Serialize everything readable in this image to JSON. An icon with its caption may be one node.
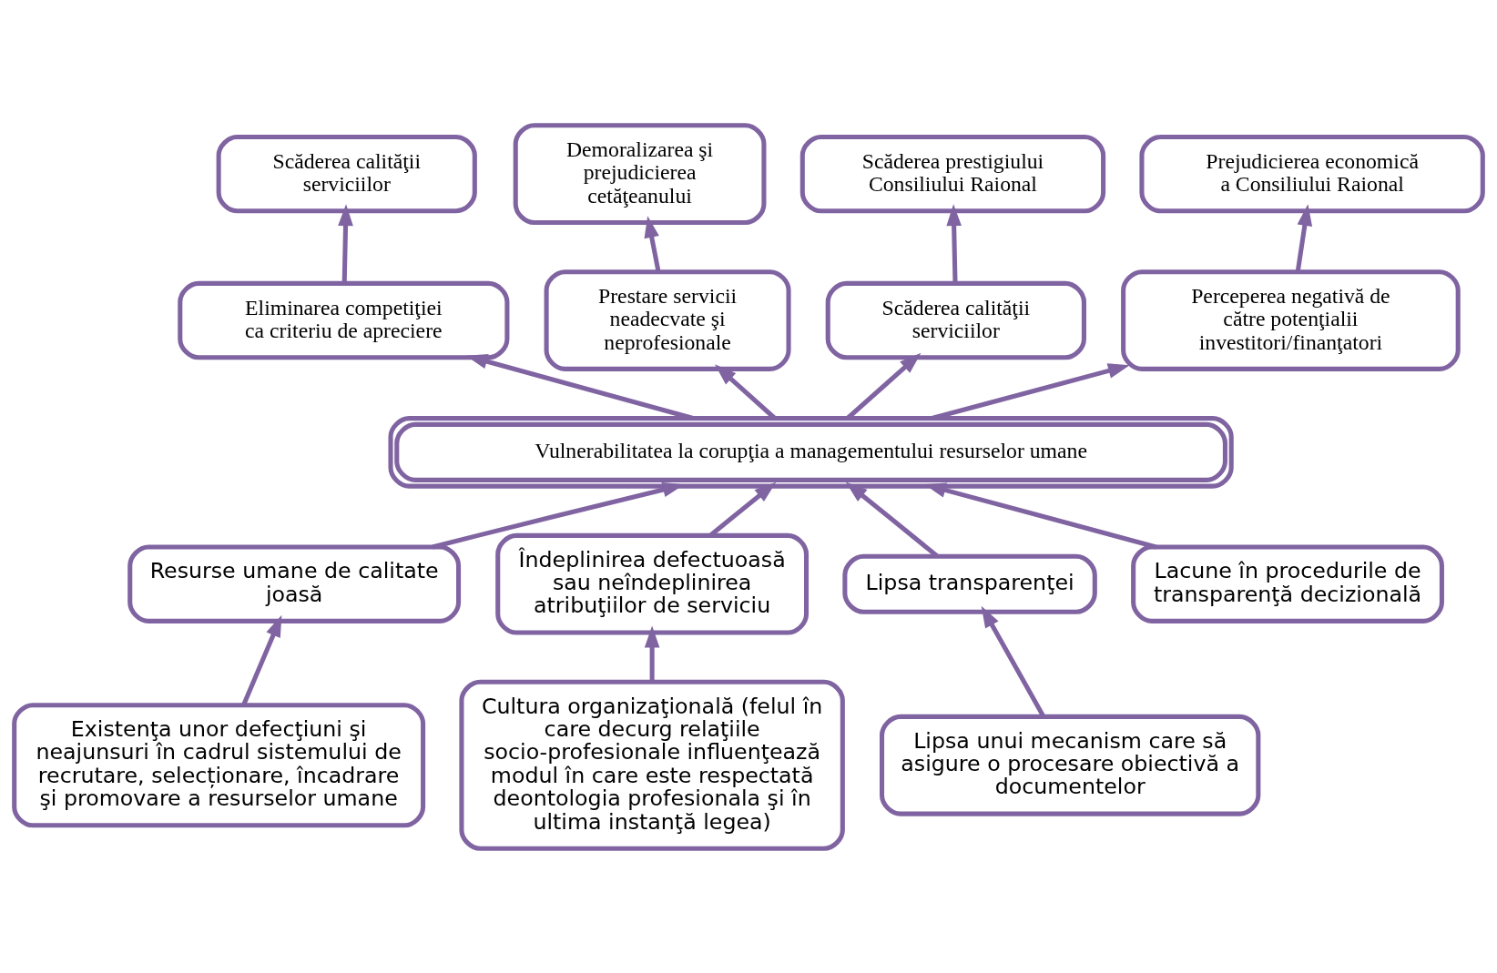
{
  "diagram": {
    "nodes": [
      {
        "text": [
          "Scăderea calităţii serviciilor"
        ]
      },
      {
        "text": [
          "Demoralizarea şi prejudicierea cetăţeanului"
        ]
      },
      {
        "text": [
          "Scăderea prestigiului Consiliului Raional"
        ]
      },
      {
        "text": [
          "Prejudicierea economică a Consiliului Raional"
        ]
      },
      {
        "text": [
          "Eliminarea competiţiei ca criteriu de apreciere"
        ]
      },
      {
        "text": [
          "Prestare servicii neadecvate şi neprofesionale"
        ]
      },
      {
        "text": [
          "Scăderea calităţii serviciilor"
        ]
      },
      {
        "text": [
          "Perceperea negativă de către potenţialii investitori/finanţatori"
        ]
      },
      {
        "text": [
          "Vulnerabilitatea la corupţia a managementului resurselor umane"
        ]
      },
      {
        "text": [
          "Resurse umane de calitate joasă"
        ]
      },
      {
        "text": [
          "Îndeplinirea defectuoasă sau neîndeplinirea atribuţiilor de serviciu"
        ]
      },
      {
        "text": [
          "Lipsa transparenţei"
        ]
      },
      {
        "text": [
          "Lacune în procedurile de transparenţă decizională"
        ]
      },
      {
        "text": [
          "Existenţa unor defecţiuni şi neajunsuri în cadrul sistemului de recrutare, selecționare, încadrare şi promovare a resurselor umane"
        ]
      },
      {
        "text": [
          "Cultura organizaţională (felul în care decurg relaţiile socio-profesionale influenţează modul în care este respectată deontologia profesionala şi în ultima instanţă legea)"
        ]
      },
      {
        "text": [
          "Lipsa unui mecanism care să asigure o procesare obiectivă a documentelor"
        ]
      }
    ],
    "edges": [
      {
        "from": 4,
        "to": 0,
        "arrow": "to"
      },
      {
        "from": 5,
        "to": 1,
        "arrow": "to"
      },
      {
        "from": 6,
        "to": 2,
        "arrow": "to"
      },
      {
        "from": 7,
        "to": 3,
        "arrow": "to"
      },
      {
        "from": 8,
        "to": 4,
        "arrow": "to"
      },
      {
        "from": 8,
        "to": 5,
        "arrow": "to"
      },
      {
        "from": 8,
        "to": 6,
        "arrow": "to"
      },
      {
        "from": 8,
        "to": 7,
        "arrow": "to"
      },
      {
        "from": 9,
        "to": 8,
        "arrow": "to"
      },
      {
        "from": 10,
        "to": 8,
        "arrow": "to"
      },
      {
        "from": 11,
        "to": 8,
        "arrow": "to"
      },
      {
        "from": 12,
        "to": 8,
        "arrow": "to"
      },
      {
        "from": 13,
        "to": 9,
        "arrow": "to"
      },
      {
        "from": 14,
        "to": 10,
        "arrow": "to"
      },
      {
        "from": 15,
        "to": 11,
        "arrow": "to"
      }
    ]
  }
}
